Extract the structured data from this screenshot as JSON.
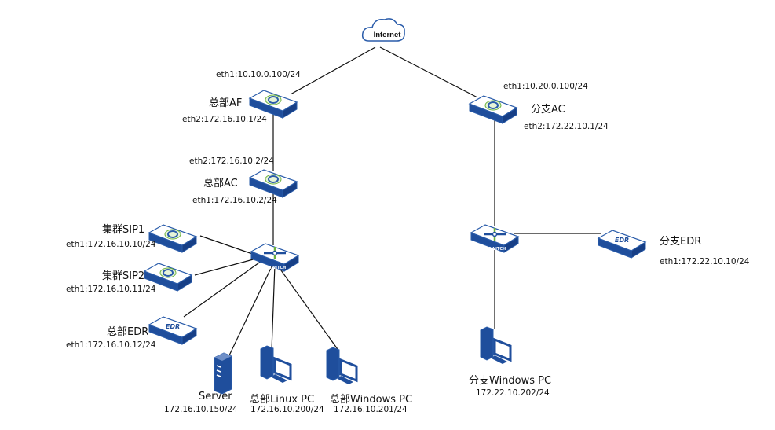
{
  "internet": {
    "label": "Internet"
  },
  "hq_af": {
    "name": "总部AF",
    "eth1": "eth1:10.10.0.100/24",
    "eth2": "eth2:172.16.10.1/24",
    "icon": "firewall-af-icon"
  },
  "hq_ac": {
    "name": "总部AC",
    "eth2": "eth2:172.16.10.2/24",
    "eth1": "eth1:172.16.10.2/24",
    "icon": "ac-icon"
  },
  "branch_ac": {
    "name": "分支AC",
    "eth1": "eth1:10.20.0.100/24",
    "eth2": "eth2:172.22.10.1/24",
    "icon": "ac-icon"
  },
  "hq_switch": {
    "label": "SWITCH"
  },
  "branch_switch": {
    "label": "SWITCH"
  },
  "sip1": {
    "name": "集群SIP1",
    "ip": "eth1:172.16.10.10/24"
  },
  "sip2": {
    "name": "集群SIP2",
    "ip": "eth1:172.16.10.11/24"
  },
  "hq_edr": {
    "name": "总部EDR",
    "ip": "eth1:172.16.10.12/24",
    "badge": "EDR"
  },
  "branch_edr": {
    "name": "分支EDR",
    "ip": "eth1:172.22.10.10/24",
    "badge": "EDR"
  },
  "server": {
    "name": "Server",
    "ip": "172.16.10.150/24"
  },
  "hq_linux": {
    "name": "总部Linux PC",
    "ip": "172.16.10.200/24"
  },
  "hq_windows": {
    "name": "总部Windows PC",
    "ip": "172.16.10.201/24"
  },
  "branch_windows": {
    "name": "分支Windows PC",
    "ip": "172.22.10.202/24"
  },
  "colors": {
    "device_blue": "#1f4e9c",
    "device_stroke": "#2a5caa",
    "green": "#6db33f",
    "link": "#111111"
  }
}
